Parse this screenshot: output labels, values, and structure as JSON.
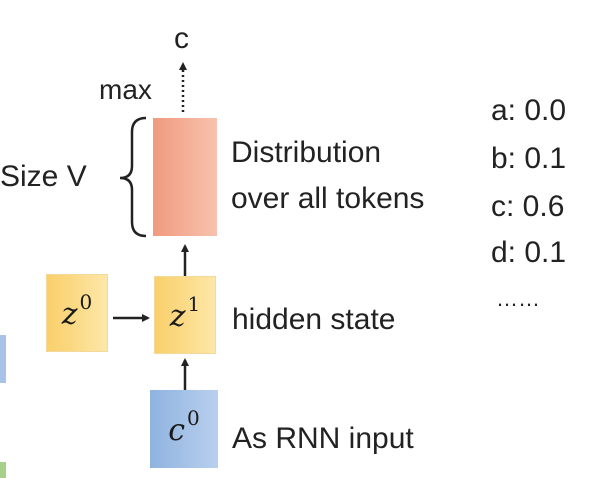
{
  "nodes": {
    "output_token": "c",
    "max_label": "max",
    "size_label": "Size V",
    "distribution_line1": "Distribution",
    "distribution_line2": "over all tokens",
    "z0": {
      "base": "z",
      "sup": "0"
    },
    "z1": {
      "base": "z",
      "sup": "1"
    },
    "c0": {
      "base": "c",
      "sup": "0"
    },
    "hidden_state_label": "hidden state",
    "rnn_input_label": "As RNN input"
  },
  "probabilities": [
    {
      "text": "a: 0.0"
    },
    {
      "text": "b: 0.1"
    },
    {
      "text": "c: 0.6"
    },
    {
      "text": "d: 0.1"
    },
    {
      "text": "……"
    }
  ],
  "colors": {
    "hidden": "#f9cf6a",
    "input": "#8fb3df",
    "distribution": "#f09a7e"
  }
}
